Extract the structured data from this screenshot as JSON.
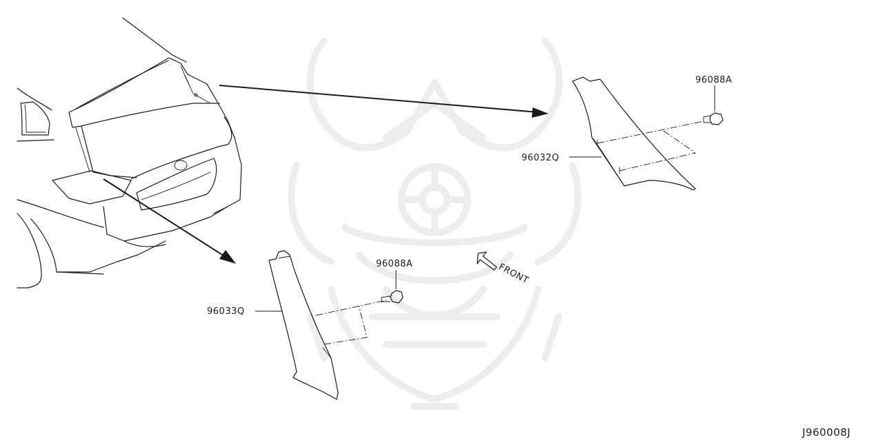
{
  "diagram": {
    "labels": {
      "clip_top": "96088A",
      "trim_upper": "96032Q",
      "clip_lower": "96088A",
      "trim_lower": "96033Q",
      "direction": "FRONT"
    },
    "reference_code": "J960008J",
    "colors": {
      "line": "#1a1a1a",
      "background": "#ffffff",
      "watermark": "#ededed"
    }
  }
}
